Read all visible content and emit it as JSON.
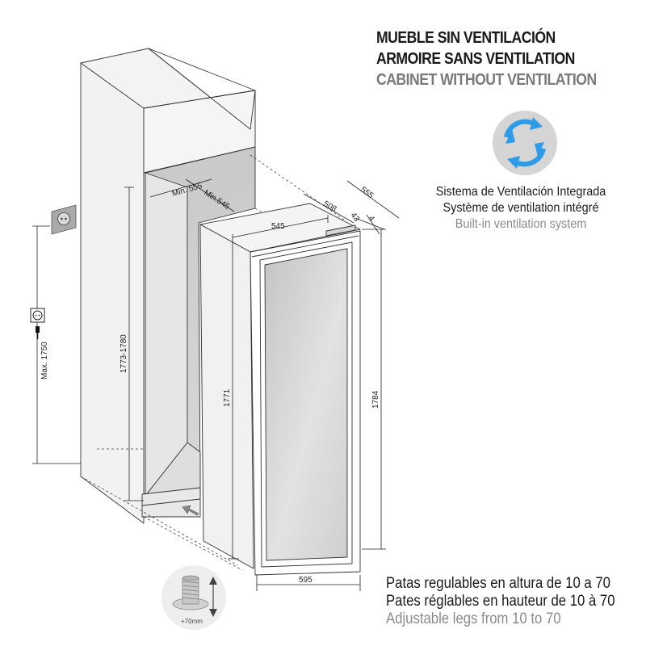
{
  "header": {
    "title_es": "MUEBLE SIN VENTILACIÓN",
    "title_fr": "ARMOIRE SANS VENTILATION",
    "title_en": "CABINET WITHOUT VENTILATION"
  },
  "ventilation": {
    "icon": "ventilation-cycle-icon",
    "accent_color": "#2e9be8",
    "label_es": "Sistema de Ventilación Integrada",
    "label_fr": "Système de ventilation intégré",
    "label_en": "Built-in ventilation system"
  },
  "legs": {
    "icon": "adjustable-leg-icon",
    "label_es": "Patas regulables en altura de 10 a 70",
    "label_fr": "Pates réglables en hauteur de 10 à 70",
    "label_en": "Adjustable legs from 10 to 70",
    "travel_label": "+70mm"
  },
  "dimensions": {
    "niche_width_min": "Min. 555",
    "niche_depth_min": "Min.545",
    "niche_height": "1773-1780",
    "socket_max_height": "Max. 1750",
    "appliance_width_top": "545",
    "appliance_depth": "508",
    "overall_depth": "555",
    "door_offset": "43",
    "door_gap": "4",
    "appliance_height_body": "1771",
    "appliance_height_total": "1784",
    "appliance_width": "595"
  },
  "icons": {
    "socket": "power-socket-icon",
    "plug": "power-plug-icon",
    "airflow": "airflow-arrow-icon"
  }
}
